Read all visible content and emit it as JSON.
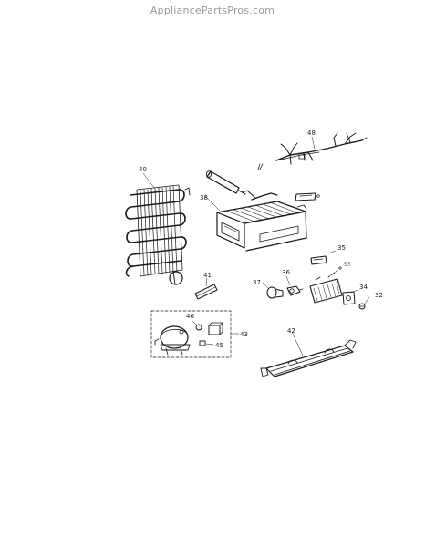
{
  "header": {
    "site": "AppliancePartsPros.com"
  },
  "diagram": {
    "callouts": {
      "p40": "40",
      "p38": "38",
      "p48": "48",
      "p41": "41",
      "p37": "37",
      "p36": "36",
      "p35": "35",
      "p33": "33",
      "p34": "34",
      "p32": "32",
      "p46": "46",
      "p43": "43",
      "p45": "45",
      "p42": "42"
    }
  }
}
